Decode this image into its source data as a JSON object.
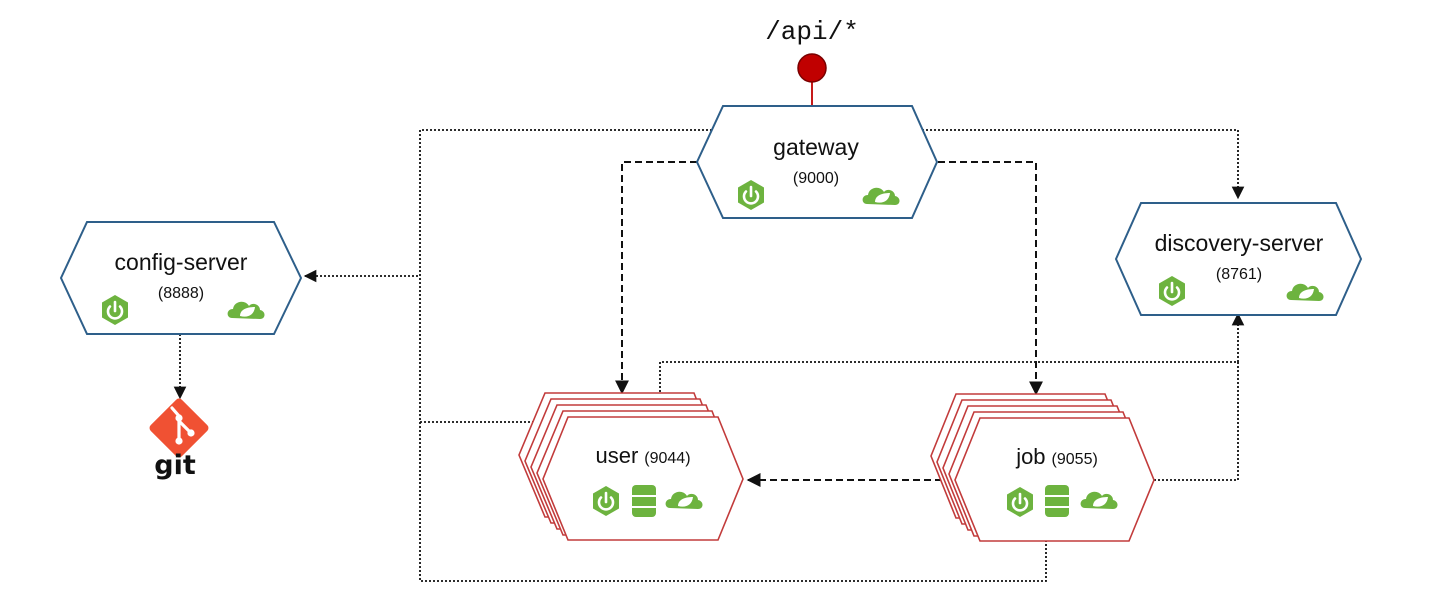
{
  "api_label": "/api/*",
  "colors": {
    "service_border": "#2e5f8a",
    "instance_border": "#c23b3b",
    "endpoint": "#c00000",
    "spring_green": "#6db33f",
    "git_orange": "#f05133"
  },
  "nodes": {
    "gateway": {
      "name": "gateway",
      "port": "(9000)",
      "icons": [
        "spring-boot-icon",
        "spring-cloud-icon"
      ]
    },
    "config_server": {
      "name": "config-server",
      "port": "(8888)",
      "icons": [
        "spring-boot-icon",
        "spring-cloud-icon"
      ]
    },
    "discovery_server": {
      "name": "discovery-server",
      "port": "(8761)",
      "icons": [
        "spring-boot-icon",
        "spring-cloud-icon"
      ]
    },
    "user": {
      "name": "user",
      "port": "(9044)",
      "icons": [
        "spring-boot-icon",
        "database-icon",
        "spring-cloud-icon"
      ]
    },
    "job": {
      "name": "job",
      "port": "(9055)",
      "icons": [
        "spring-boot-icon",
        "database-icon",
        "spring-cloud-icon"
      ]
    }
  },
  "git": {
    "label": "git"
  }
}
